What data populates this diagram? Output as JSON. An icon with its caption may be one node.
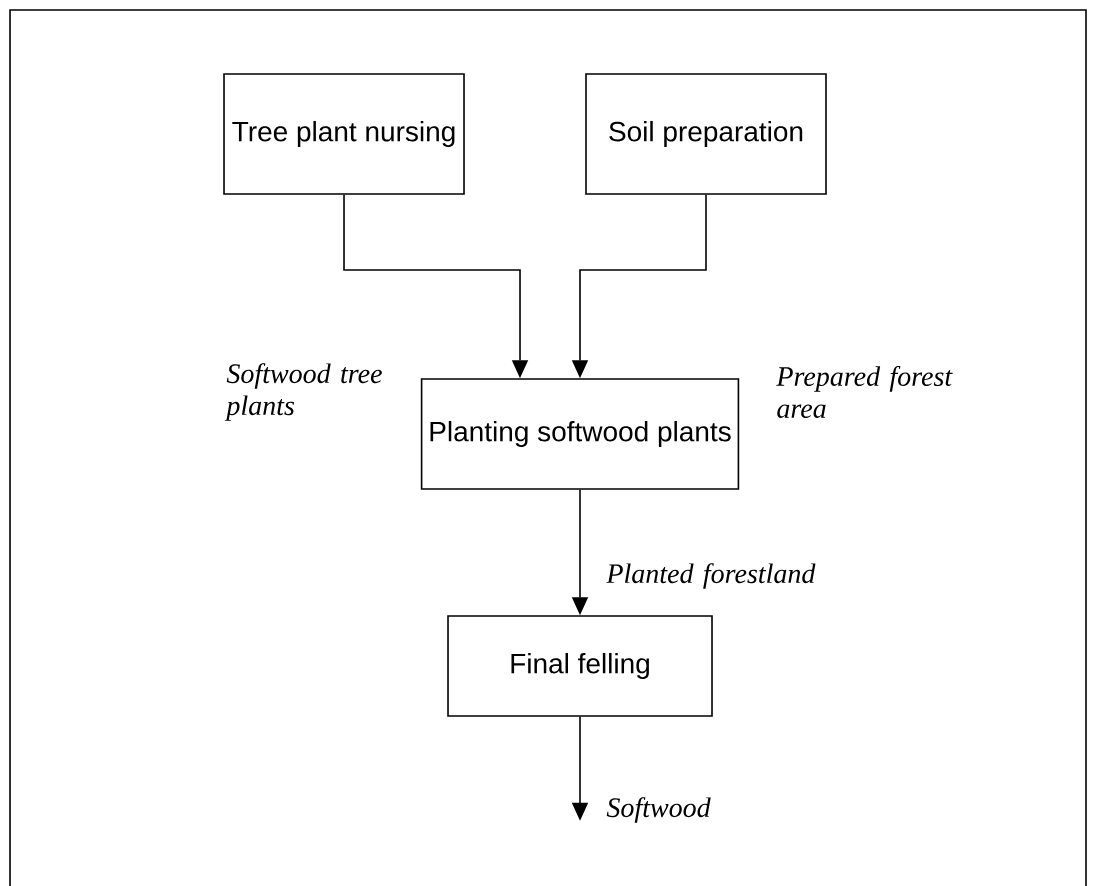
{
  "diagram": {
    "nodes": [
      {
        "text": [
          "Tree plant nursing"
        ]
      },
      {
        "text": [
          "Soil preparation"
        ]
      },
      {
        "text": [
          "Planting softwood plants"
        ]
      },
      {
        "text": [
          "Final felling"
        ]
      }
    ],
    "edges": [
      {
        "from": 0,
        "to": 2,
        "arrow": "to",
        "label": "Softwood tree plants"
      },
      {
        "from": 1,
        "to": 2,
        "arrow": "to",
        "label": "Prepared forest area"
      },
      {
        "from": 2,
        "to": 3,
        "arrow": "to",
        "label": "Planted forestland"
      },
      {
        "from": 3,
        "to": null,
        "arrow": "to",
        "label": "Softwood"
      }
    ]
  }
}
